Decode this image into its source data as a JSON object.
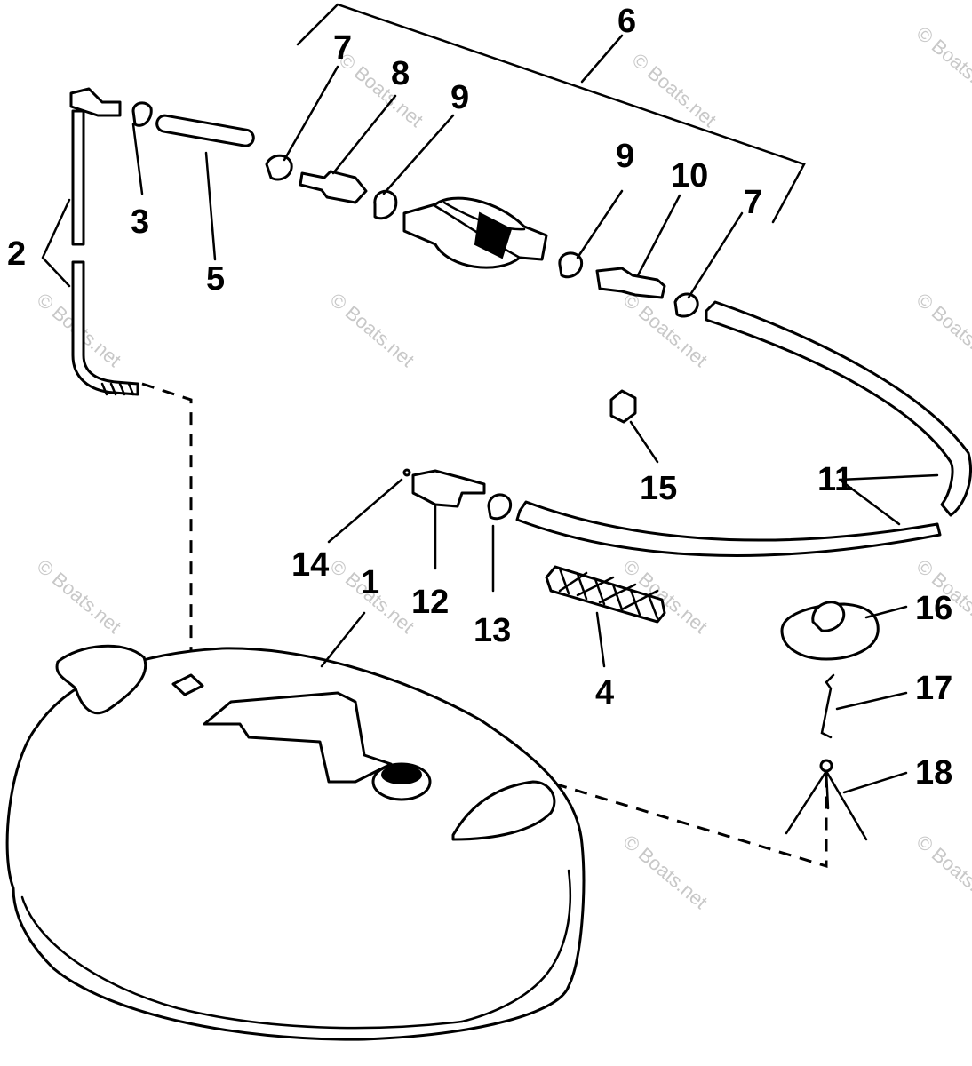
{
  "watermark": {
    "text": "© Boats.net",
    "color": "#c8c8c8"
  },
  "callouts": {
    "p1": "1",
    "p2": "2",
    "p3": "3",
    "p4": "4",
    "p5": "5",
    "p6": "6",
    "p7a": "7",
    "p7b": "7",
    "p8": "8",
    "p9a": "9",
    "p9b": "9",
    "p10": "10",
    "p11": "11",
    "p12": "12",
    "p13": "13",
    "p14": "14",
    "p15": "15",
    "p16": "16",
    "p17": "17",
    "p18": "18"
  }
}
